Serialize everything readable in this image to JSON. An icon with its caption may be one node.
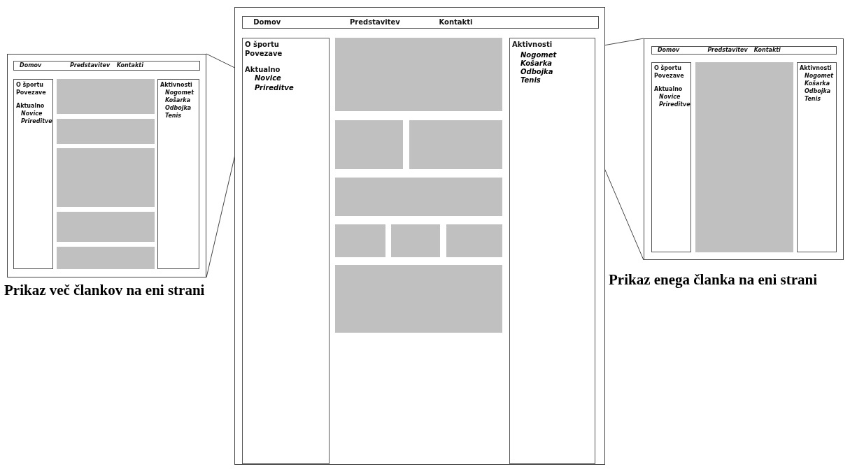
{
  "diagram": {
    "nodes": [
      {
        "text": [],
        "shape": "box"
      },
      {
        "text": [
          "Domov",
          "Predstavitev",
          "Kontakti"
        ],
        "in": 0
      },
      {
        "text": [
          "O športu",
          "Povezave",
          "Aktualno",
          "Novice",
          "Prireditve"
        ],
        "in": 0
      },
      {
        "text": [
          "Aktivnosti",
          "Nogomet",
          "Košarka",
          "Odbojka",
          "Tenis"
        ],
        "in": 0
      },
      {
        "text": [],
        "shape": "box",
        "in": 0
      },
      {
        "text": [],
        "shape": "box",
        "in": 0
      },
      {
        "text": [],
        "shape": "box",
        "in": 0
      },
      {
        "text": [],
        "shape": "box",
        "in": 0
      },
      {
        "text": [],
        "shape": "box",
        "in": 0
      },
      {
        "text": [],
        "shape": "box"
      },
      {
        "text": [
          "Domov",
          "Predstavitev",
          "Kontakti"
        ],
        "in": 9
      },
      {
        "text": [
          "O športu",
          "Povezave",
          "Aktualno"
        ],
        "in": 9
      },
      {
        "text": [
          "Novice"
        ],
        "in": 11
      },
      {
        "text": [
          "Prireditve"
        ],
        "in": 11
      },
      {
        "text": [],
        "shape": "box",
        "in": 9
      },
      {
        "text": [],
        "shape": "box",
        "in": 9
      },
      {
        "text": [],
        "shape": "box",
        "in": 9
      },
      {
        "text": [],
        "shape": "box",
        "in": 9
      },
      {
        "text": [],
        "shape": "box",
        "in": 9
      },
      {
        "text": [],
        "shape": "box",
        "in": 9
      },
      {
        "text": [],
        "shape": "box",
        "in": 9
      },
      {
        "text": [],
        "shape": "box",
        "in": 9
      },
      {
        "text": [
          "Aktivnosti"
        ],
        "in": 9
      },
      {
        "text": [
          "Nogomet"
        ],
        "in": 22
      },
      {
        "text": [
          "Košarka"
        ],
        "in": 22
      },
      {
        "text": [
          "Odbojka"
        ],
        "in": 22
      },
      {
        "text": [
          "Tenis"
        ],
        "in": 22
      },
      {
        "text": [],
        "shape": "box"
      },
      {
        "text": [
          "Domov",
          "Predstavitev",
          "Kontakti"
        ],
        "in": 27
      },
      {
        "text": [
          "O športu",
          "Povezave",
          "Aktualno",
          "Novice",
          "Prireditve"
        ],
        "in": 27
      },
      {
        "text": [],
        "shape": "box",
        "in": 27
      },
      {
        "text": [
          "Aktivnosti",
          "Nogomet",
          "Košarka",
          "Odbojka",
          "Tenis"
        ],
        "in": 27
      }
    ],
    "edges": [
      {
        "from": 0,
        "to": 12,
        "arrow": "none"
      },
      {
        "from": 0,
        "to": 12,
        "arrow": "none"
      },
      {
        "from": 27,
        "to": 23,
        "arrow": "none"
      },
      {
        "from": 27,
        "to": 23,
        "arrow": "none"
      }
    ],
    "labels": [
      "Prikaz več člankov na eni strani",
      "Prikaz enega članka na eni strani"
    ]
  }
}
